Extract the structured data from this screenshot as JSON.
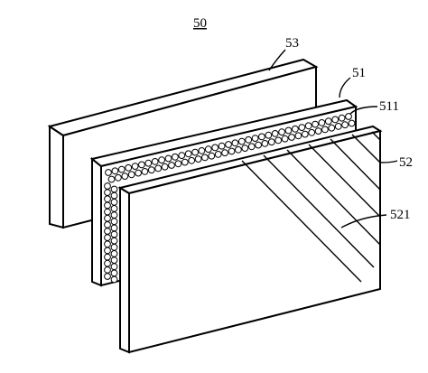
{
  "figure": {
    "number": "50",
    "labels": {
      "panel_back": "53",
      "panel_middle": "51",
      "circles": "511",
      "panel_front": "52",
      "hatching": "521"
    }
  }
}
